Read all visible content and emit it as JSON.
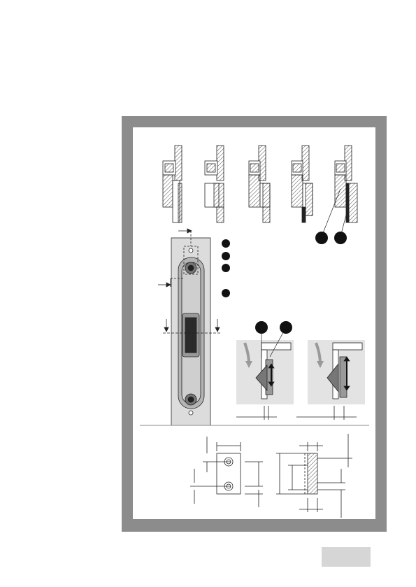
{
  "page": {
    "frame_color": "#8c8c8c",
    "panel_color": "#ffffff",
    "tab_color": "#d6d6d6"
  },
  "sections": {
    "profiles": {
      "count": 5,
      "callout_markers": 2
    },
    "strike_plate": {
      "legend_markers": 4
    },
    "detail_views": {
      "callout_markers": 2
    },
    "dimension_drawings": {
      "views": 2
    }
  }
}
